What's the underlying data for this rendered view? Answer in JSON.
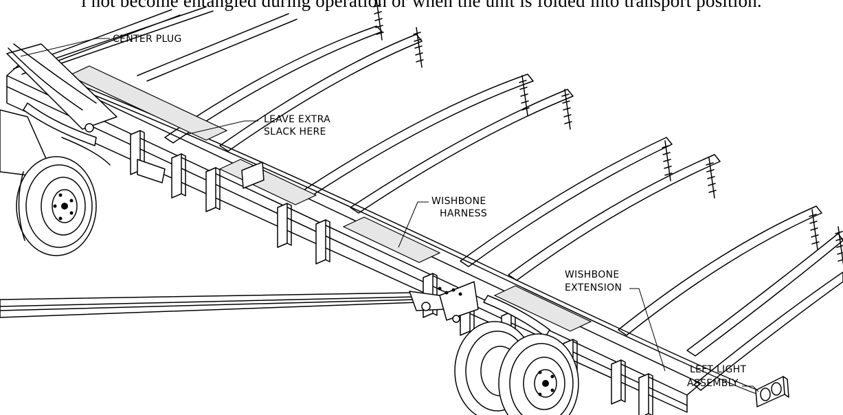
{
  "top_text": "l not become entangled during operation or when the unit is folded into transport position.",
  "labels": {
    "center_plug": "CENTER PLUG",
    "leave_extra_1": "LEAVE EXTRA",
    "leave_extra_2": "SLACK HERE",
    "wishbone_harness_1": "WISHBONE",
    "wishbone_harness_2": "HARNESS",
    "wishbone_ext_1": "WISHBONE",
    "wishbone_ext_2": "EXTENSION",
    "left_light_1": "LEFT LIGHT",
    "left_light_2": "ASSEMBLY"
  }
}
